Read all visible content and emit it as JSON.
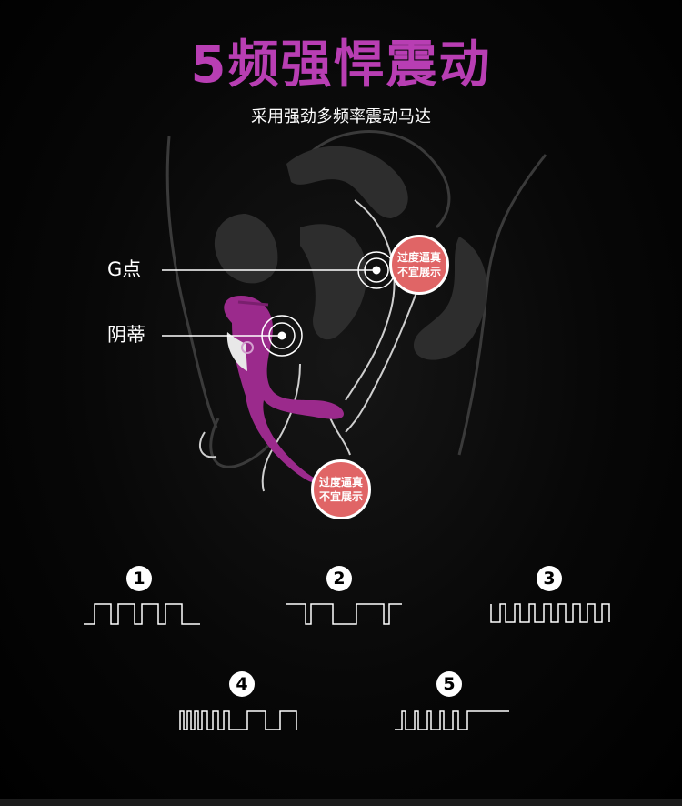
{
  "header": {
    "title": "5频强悍震动",
    "subtitle": "采用强劲多频率震动马达"
  },
  "labels": {
    "g_spot": "G点",
    "clitoris": "阴蒂"
  },
  "badges": [
    {
      "line1": "过度逼真",
      "line2": "不宜展示"
    },
    {
      "line1": "过度逼真",
      "line2": "不宜展示"
    }
  ],
  "modes": [
    {
      "number": "1",
      "pattern": "square-wave-regular"
    },
    {
      "number": "2",
      "pattern": "square-wave-wide"
    },
    {
      "number": "3",
      "pattern": "square-wave-dense"
    },
    {
      "number": "4",
      "pattern": "square-wave-burst-then-wide"
    },
    {
      "number": "5",
      "pattern": "square-wave-burst-then-flat"
    }
  ],
  "colors": {
    "title": "#b83eb3",
    "device": "#9b2a8c",
    "badge": "#e06566",
    "background": "#000000"
  }
}
